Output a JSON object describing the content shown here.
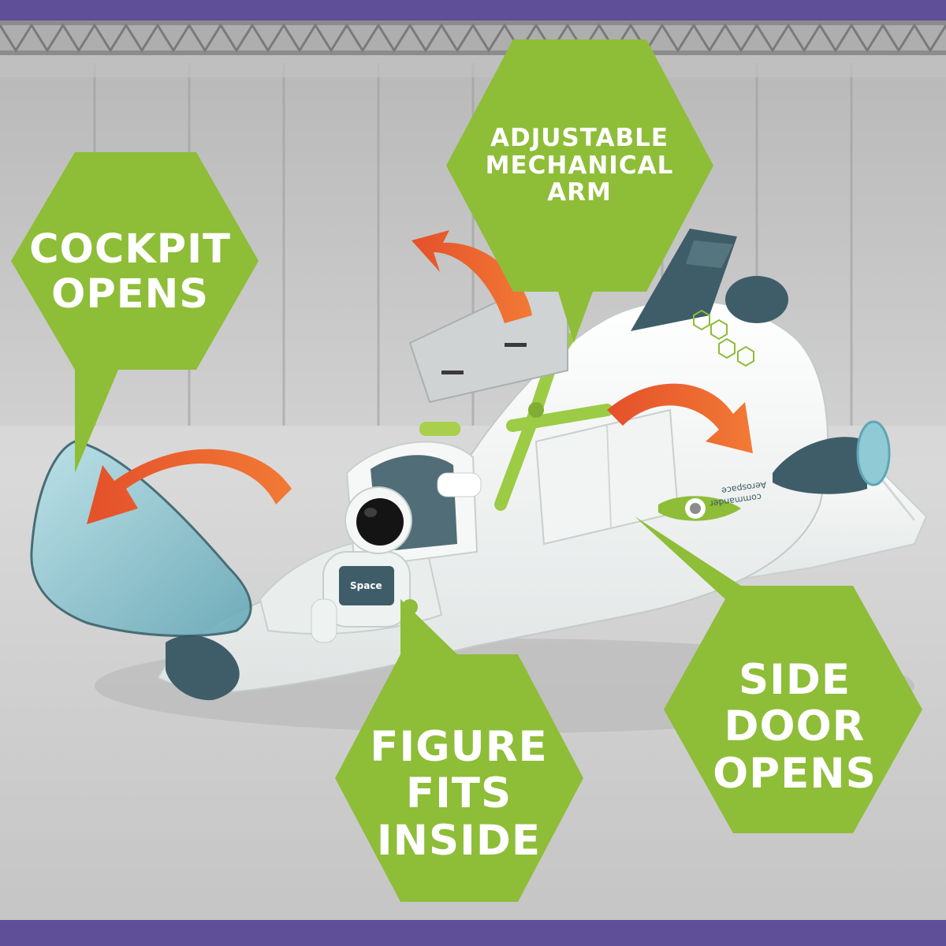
{
  "colors": {
    "frame_purple": "#5f4e98",
    "callout_green": "#8ebd38",
    "arrow_orange": "#ee5e2b",
    "hull_white": "#f3f5f4",
    "hull_teal": "#3f5d68",
    "canopy_blue": "#8fcad5",
    "hangar_gray": "#cdcdcd"
  },
  "callouts": {
    "cockpit": {
      "line1": "COCKPIT",
      "line2": "OPENS"
    },
    "arm": {
      "line1": "ADJUSTABLE",
      "line2": "MECHANICAL",
      "line3": "ARM"
    },
    "figure": {
      "line1": "FIGURE",
      "line2": "FITS",
      "line3": "INSIDE"
    },
    "door": {
      "line1": "SIDE",
      "line2": "DOOR",
      "line3": "OPENS"
    }
  },
  "decals": {
    "wing_line1": "Aerospace",
    "wing_line2": "commander",
    "suit_label": "Space"
  },
  "icons": [
    "curved-arrow-icon",
    "hexagon-decal-icon",
    "target-decal-icon"
  ]
}
